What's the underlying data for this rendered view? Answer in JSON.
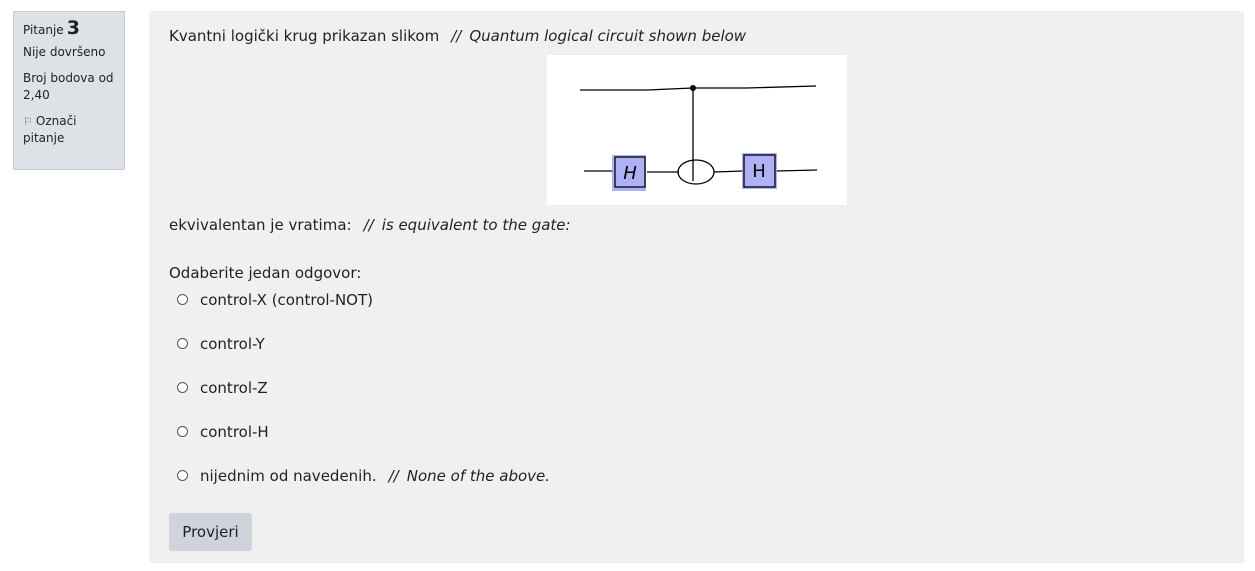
{
  "info": {
    "question_label": "Pitanje",
    "question_number": "3",
    "status": "Nije dovršeno",
    "points": "Broj bodova od 2,40",
    "flag_label": "Označi pitanje",
    "flag_icon": "flag-icon"
  },
  "question": {
    "text_hr": "Kvantni logički krug prikazan slikom",
    "separator": "//",
    "text_en": "Quantum logical circuit shown below",
    "gate_hr": "ekvivalentan je vratima:",
    "gate_en": "is equivalent to the gate:",
    "prompt": "Odaberite jedan odgovor:"
  },
  "figure": {
    "gate_left": "H",
    "gate_right": "H",
    "gate_color": "#9a9ef0"
  },
  "answers": [
    {
      "label": "control-X (control-NOT)"
    },
    {
      "label": "control-Y"
    },
    {
      "label": "control-Z"
    },
    {
      "label": "control-H"
    },
    {
      "label": "nijednim od navedenih.",
      "separator": "//",
      "label_en": "None of the above."
    }
  ],
  "check_button": "Provjeri"
}
